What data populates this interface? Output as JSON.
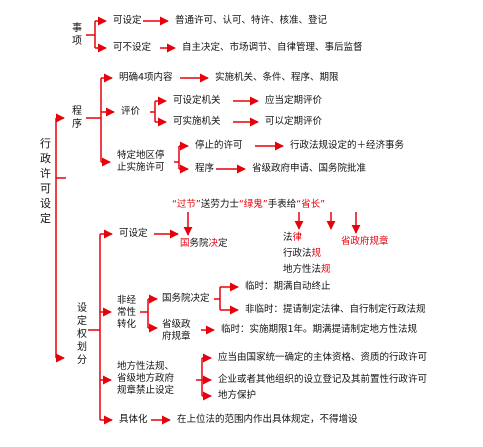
{
  "root": [
    "行",
    "政",
    "许",
    "可",
    "设",
    "定"
  ],
  "shixiang": {
    "label": [
      "事",
      "项"
    ],
    "kesheding": "可设定",
    "kesheding_items": "普通许可、认可、特许、核准、登记",
    "bukesheding": "可不设定",
    "bukesheding_items": "自主决定、市场调节、自律管理、事后监督"
  },
  "chengxu": {
    "label": [
      "程",
      "序"
    ],
    "mingque": "明确4项内容",
    "mingque_items": "实施机关、条件、程序、期限",
    "pingjia": "评价",
    "kesheding_jiguan": "可设定机关",
    "kesheding_jiguan_result": "应当定期评价",
    "keshishi_jiguan": "可实施机关",
    "keshishi_jiguan_result": "可以定期评价",
    "tingzhi": [
      "特定地区停",
      "止实施许可"
    ],
    "tingzhi_xuke": "停止的许可",
    "tingzhi_xuke_result": "行政法规设定的＋经济事务",
    "tingzhi_chengxu": "程序",
    "tingzhi_chengxu_result": "省级政府申请、国务院批准"
  },
  "quanxian": {
    "label": [
      "设",
      "定",
      "权",
      "划",
      "分"
    ],
    "mnemonic": {
      "q1": "“过节”",
      "mid1": "送劳力士",
      "q2": "“绿鬼”",
      "mid2": "手表给",
      "q3": "“省长”"
    },
    "keshe": "可设定",
    "guowuyuan": {
      "a": "国",
      "b": "务院",
      "c": "决",
      "d": "定"
    },
    "falv": {
      "a": "法",
      "b": "律"
    },
    "xingzhengfagui": {
      "a": "行政法",
      "b": "规"
    },
    "difangfagui": {
      "a": "地方性法",
      "b": "规"
    },
    "shengzhengfu": {
      "a": "省政府规",
      "b": "章"
    },
    "feijingchang": [
      "非经",
      "常性",
      "转化"
    ],
    "gwy_jueding": "国务院决定",
    "linshi": "临时：期满自动终止",
    "feilinshi": "非临时：提请制定法律、自行制定行政法规",
    "shengji": [
      "省级政",
      "府规章"
    ],
    "shengji_result": "临时：实施期限1年。期满提请制定地方性法规",
    "jinzhi": [
      "地方性法规、",
      "省级地方政府",
      "规章禁止设定"
    ],
    "jinzhi_1": "应当由国家统一确定的主体资格、资质的行政许可",
    "jinzhi_2": "企业或者其他组织的设立登记及其前置性行政许可",
    "jinzhi_3": "地方保护",
    "juti": "具体化",
    "juti_result": "在上位法的范围内作出具体规定，不得增设"
  }
}
